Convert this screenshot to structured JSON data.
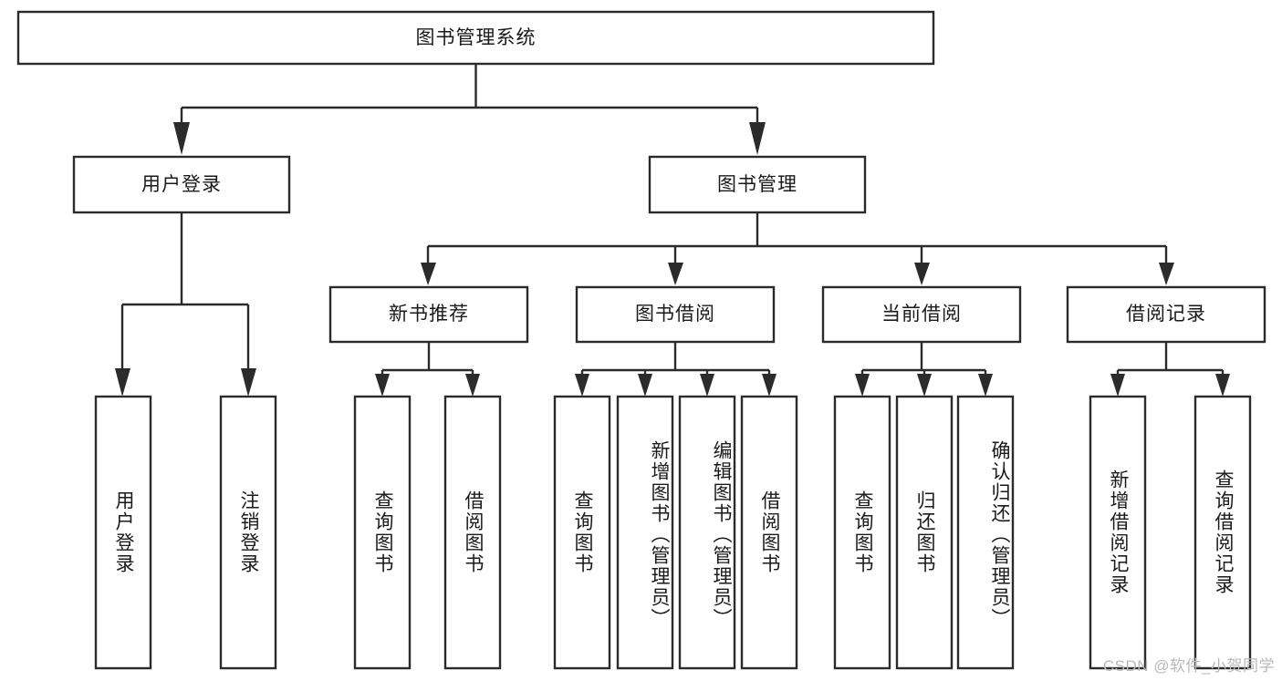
{
  "diagram": {
    "type": "tree-hierarchy-chart",
    "title": "图书管理系统",
    "orientation": "top-down",
    "colors": {
      "box_stroke": "#2b2b2b",
      "box_fill": "#ffffff",
      "text": "#1a1a1a",
      "background": "#ffffff",
      "watermark": "#b9b9b9"
    },
    "root": {
      "label": "图书管理系统"
    },
    "level2": [
      {
        "label": "用户登录"
      },
      {
        "label": "图书管理"
      }
    ],
    "level3": [
      {
        "label": "新书推荐"
      },
      {
        "label": "图书借阅"
      },
      {
        "label": "当前借阅"
      },
      {
        "label": "借阅记录"
      }
    ],
    "leaves": {
      "user_login": [
        {
          "label": "用户登录"
        },
        {
          "label": "注销登录"
        }
      ],
      "new_book_recommend": [
        {
          "label": "查询图书"
        },
        {
          "label": "借阅图书"
        }
      ],
      "book_borrow": [
        {
          "label": "查询图书"
        },
        {
          "label": "新增图书（管理员）"
        },
        {
          "label": "编辑图书（管理员）"
        },
        {
          "label": "借阅图书"
        }
      ],
      "current_borrow": [
        {
          "label": "查询图书"
        },
        {
          "label": "归还图书"
        },
        {
          "label": "确认归还（管理员）"
        }
      ],
      "borrow_record": [
        {
          "label": "新增借阅记录"
        },
        {
          "label": "查询借阅记录"
        }
      ]
    }
  },
  "watermark": {
    "text": "CSDN @软件_小贺同学"
  }
}
